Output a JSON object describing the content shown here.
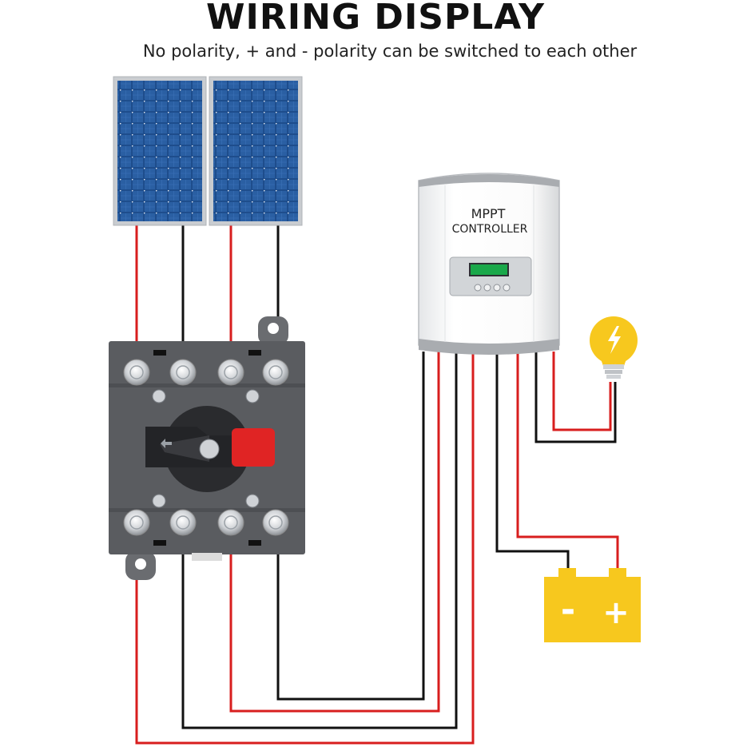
{
  "title": "WIRING DISPLAY",
  "subtitle": "No polarity, + and - polarity can be switched to each other",
  "controller": {
    "line1": "MPPT",
    "line2": "CONTROLLER"
  },
  "battery": {
    "negative": "-",
    "positive": "+"
  },
  "colors": {
    "positive_wire": "#d81e1e",
    "negative_wire": "#111111",
    "switch_body": "#5a5c60",
    "battery": "#f7c81e",
    "bulb": "#f7c81e",
    "knob_red": "#e02424",
    "lcd": "#1aa84a"
  }
}
